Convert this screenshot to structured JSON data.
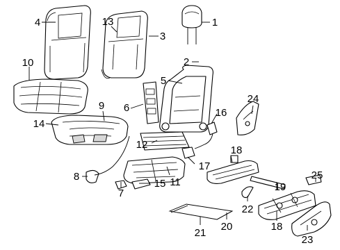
{
  "callouts": [
    {
      "id": "1",
      "text": "1"
    },
    {
      "id": "2",
      "text": "2"
    },
    {
      "id": "3",
      "text": "3"
    },
    {
      "id": "4",
      "text": "4"
    },
    {
      "id": "5",
      "text": "5"
    },
    {
      "id": "6",
      "text": "6"
    },
    {
      "id": "7",
      "text": "7"
    },
    {
      "id": "8",
      "text": "8"
    },
    {
      "id": "9",
      "text": "9"
    },
    {
      "id": "10",
      "text": "10"
    },
    {
      "id": "11",
      "text": "11"
    },
    {
      "id": "12",
      "text": "12"
    },
    {
      "id": "13",
      "text": "13"
    },
    {
      "id": "14",
      "text": "14"
    },
    {
      "id": "15",
      "text": "15"
    },
    {
      "id": "16",
      "text": "16"
    },
    {
      "id": "17",
      "text": "17"
    },
    {
      "id": "18a",
      "text": "18"
    },
    {
      "id": "18b",
      "text": "18"
    },
    {
      "id": "19",
      "text": "19"
    },
    {
      "id": "20",
      "text": "20"
    },
    {
      "id": "21",
      "text": "21"
    },
    {
      "id": "22",
      "text": "22"
    },
    {
      "id": "23",
      "text": "23"
    },
    {
      "id": "24",
      "text": "24"
    },
    {
      "id": "25",
      "text": "25"
    }
  ]
}
